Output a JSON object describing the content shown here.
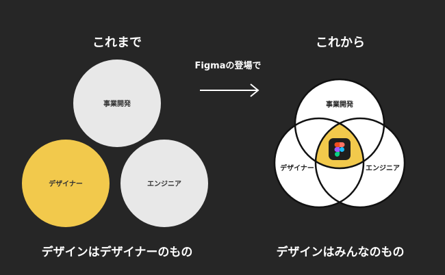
{
  "before": {
    "title": "これまで",
    "circles": {
      "business": "事業開発",
      "designer": "デザイナー",
      "engineer": "エンジニア"
    },
    "caption": "デザインはデザイナーのもの"
  },
  "transition": {
    "label": "Figmaの登場で"
  },
  "after": {
    "title": "これから",
    "circles": {
      "business": "事業開発",
      "designer": "デザイナー",
      "engineer": "エンジニア"
    },
    "center_icon": "figma-logo-icon",
    "caption": "デザインはみんなのもの"
  },
  "colors": {
    "background": "#262626",
    "circle_gray": "#e8e8e8",
    "circle_white": "#ffffff",
    "accent_yellow": "#f2c94c",
    "outline": "#111111"
  }
}
